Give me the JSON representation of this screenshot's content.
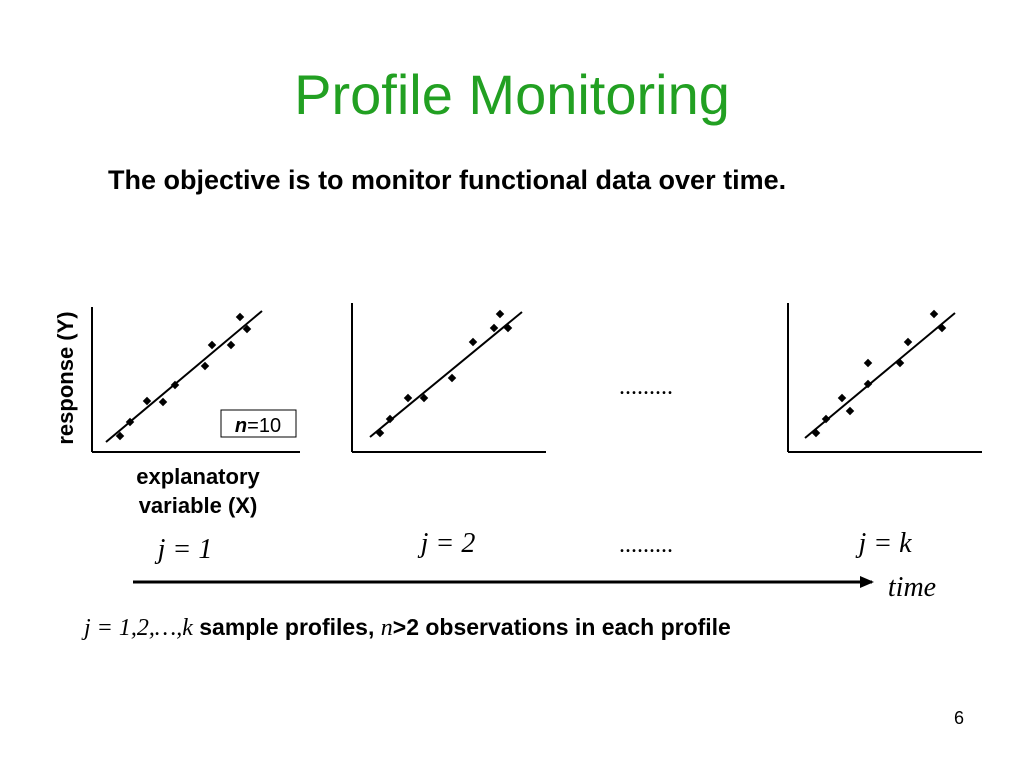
{
  "title": "Profile Monitoring",
  "subtitle": "The objective is to monitor functional data over time.",
  "y_axis_label": "response (Y)",
  "x_axis_label_line1": "explanatory",
  "x_axis_label_line2": "variable (X)",
  "n_label_italic": "n",
  "n_label_rest": "=10",
  "ellipsis_top": ".........",
  "ellipsis_bottom": ".........",
  "profile_labels": [
    "j = 1",
    "j = 2",
    "j = k"
  ],
  "time_label": "time",
  "footer": {
    "j_range": "j = 1,2,…,k",
    "text1": " sample profiles, ",
    "n": "n",
    "text2": ">2 observations in each profile"
  },
  "page_number": "6",
  "colors": {
    "title": "#22a022",
    "text": "#000000"
  }
}
